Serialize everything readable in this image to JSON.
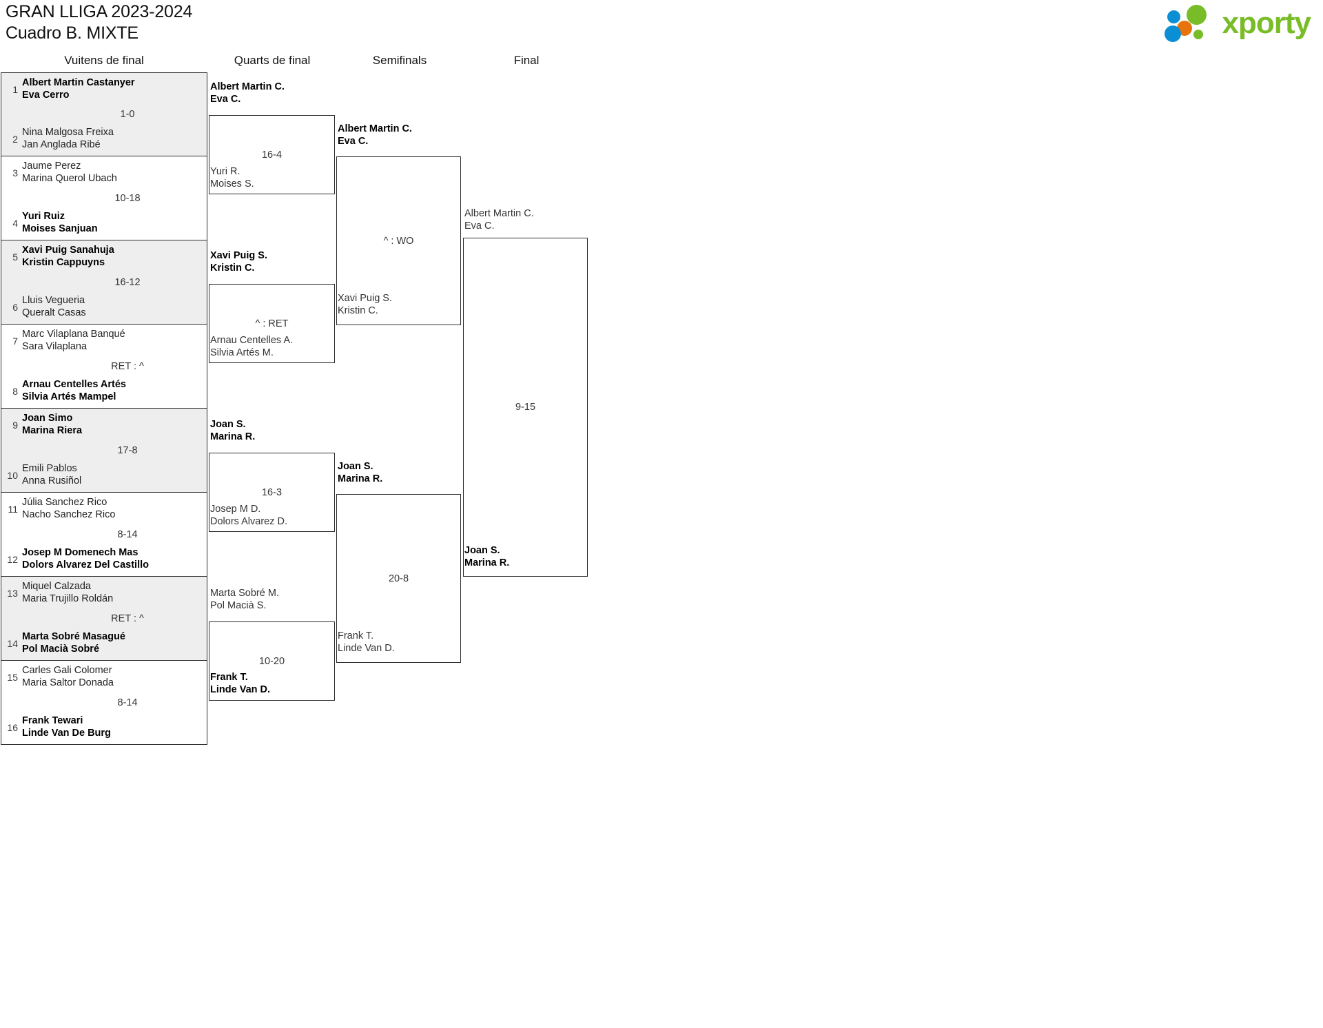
{
  "header": {
    "title_line1": "GRAN LLIGA 2023-2024",
    "title_line2": "Cuadro B. MIXTE",
    "logo_word": "xporty",
    "logo_colors": {
      "green": "#78bc27",
      "blue": "#0b8fd4",
      "orange": "#e8730c"
    }
  },
  "rounds": [
    {
      "label": "Vuitens de final"
    },
    {
      "label": "Quarts de final"
    },
    {
      "label": "Semifinals"
    },
    {
      "label": "Final"
    }
  ],
  "round1": [
    {
      "score": "1-0",
      "top": {
        "seed": "1",
        "p1": "Albert Martin Castanyer",
        "p2": "Eva Cerro",
        "winner": true
      },
      "bottom": {
        "seed": "2",
        "p1": "Nina Malgosa Freixa",
        "p2": "Jan Anglada Ribé",
        "winner": false
      }
    },
    {
      "score": "10-18",
      "top": {
        "seed": "3",
        "p1": "Jaume Perez",
        "p2": "Marina Querol Ubach",
        "winner": false
      },
      "bottom": {
        "seed": "4",
        "p1": "Yuri Ruiz",
        "p2": "Moises Sanjuan",
        "winner": true
      }
    },
    {
      "score": "16-12",
      "top": {
        "seed": "5",
        "p1": "Xavi Puig Sanahuja",
        "p2": "Kristin Cappuyns",
        "winner": true
      },
      "bottom": {
        "seed": "6",
        "p1": "Lluis Vegueria",
        "p2": "Queralt Casas",
        "winner": false
      }
    },
    {
      "score": "RET : ^",
      "top": {
        "seed": "7",
        "p1": "Marc Vilaplana Banqué",
        "p2": "Sara Vilaplana",
        "winner": false
      },
      "bottom": {
        "seed": "8",
        "p1": "Arnau Centelles Artés",
        "p2": "Silvia Artés Mampel",
        "winner": true
      }
    },
    {
      "score": "17-8",
      "top": {
        "seed": "9",
        "p1": "Joan Simo",
        "p2": "Marina Riera",
        "winner": true
      },
      "bottom": {
        "seed": "10",
        "p1": "Emili Pablos",
        "p2": "Anna Rusiñol",
        "winner": false
      }
    },
    {
      "score": "8-14",
      "top": {
        "seed": "11",
        "p1": "Júlia Sanchez Rico",
        "p2": "Nacho Sanchez Rico",
        "winner": false
      },
      "bottom": {
        "seed": "12",
        "p1": "Josep M Domenech Mas",
        "p2": "Dolors Alvarez Del Castillo",
        "winner": true
      }
    },
    {
      "score": "RET : ^",
      "top": {
        "seed": "13",
        "p1": "Miquel Calzada",
        "p2": "Maria Trujillo Roldán",
        "winner": false
      },
      "bottom": {
        "seed": "14",
        "p1": "Marta Sobré Masagué",
        "p2": "Pol Macià Sobré",
        "winner": true
      }
    },
    {
      "score": "8-14",
      "top": {
        "seed": "15",
        "p1": "Carles Gali Colomer",
        "p2": "Maria Saltor Donada",
        "winner": false
      },
      "bottom": {
        "seed": "16",
        "p1": "Frank Tewari",
        "p2": "Linde Van De Burg",
        "winner": true
      }
    }
  ],
  "round2": [
    {
      "score": "16-4",
      "top": {
        "p1": "Albert Martin C.",
        "p2": "Eva C.",
        "winner": true
      },
      "bottom": {
        "p1": "Yuri R.",
        "p2": "Moises S.",
        "winner": false
      }
    },
    {
      "score": "^ : RET",
      "top": {
        "p1": "Xavi Puig S.",
        "p2": "Kristin C.",
        "winner": true
      },
      "bottom": {
        "p1": "Arnau Centelles A.",
        "p2": "Silvia Artés M.",
        "winner": false
      }
    },
    {
      "score": "16-3",
      "top": {
        "p1": "Joan S.",
        "p2": "Marina R.",
        "winner": true
      },
      "bottom": {
        "p1": "Josep M D.",
        "p2": "Dolors Alvarez D.",
        "winner": false
      }
    },
    {
      "score": "10-20",
      "top": {
        "p1": "Marta Sobré M.",
        "p2": "Pol Macià S.",
        "winner": false
      },
      "bottom": {
        "p1": "Frank T.",
        "p2": "Linde Van D.",
        "winner": true
      }
    }
  ],
  "round3": [
    {
      "score": "^ : WO",
      "top": {
        "p1": "Albert Martin C.",
        "p2": "Eva C.",
        "winner": true
      },
      "bottom": {
        "p1": "Xavi Puig S.",
        "p2": "Kristin C.",
        "winner": false
      }
    },
    {
      "score": "20-8",
      "top": {
        "p1": "Joan S.",
        "p2": "Marina R.",
        "winner": true
      },
      "bottom": {
        "p1": "Frank T.",
        "p2": "Linde Van D.",
        "winner": false
      }
    }
  ],
  "round4": [
    {
      "score": "9-15",
      "top": {
        "p1": "Albert Martin C.",
        "p2": "Eva C.",
        "winner": false
      },
      "bottom": {
        "p1": "Joan S.",
        "p2": "Marina R.",
        "winner": true
      }
    }
  ]
}
